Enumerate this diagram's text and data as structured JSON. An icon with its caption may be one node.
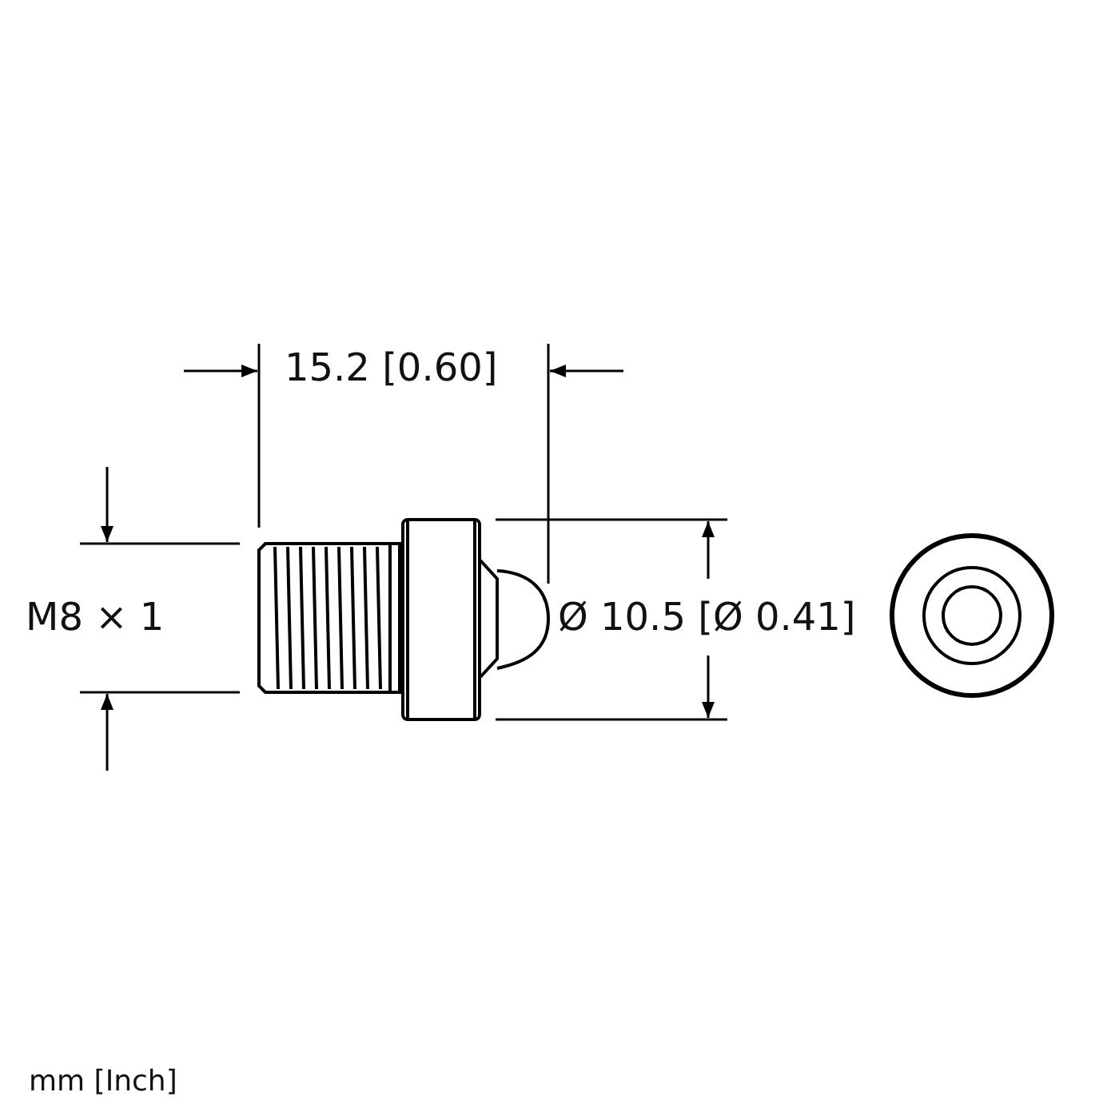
{
  "diagram": {
    "labels": [
      "15.2 [0.60]",
      "M8 × 1",
      "Ø 10.5 [Ø 0.41]",
      "mm [Inch]"
    ]
  }
}
